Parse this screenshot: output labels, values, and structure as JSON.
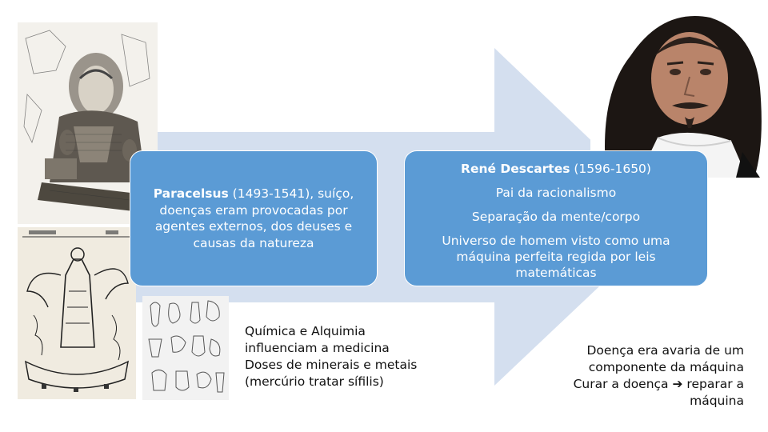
{
  "slide": {
    "left_box": {
      "name": "Paracelsus",
      "lines": [
        " (1493-1541), suíço,",
        "doenças eram provocadas por",
        "agentes externos, dos deuses e",
        "causas da natureza"
      ]
    },
    "right_box": {
      "name": "René Descartes",
      "dates": " (1596-1650)",
      "line2": "Pai da racionalismo",
      "line3": "Separação da mente/corpo",
      "line4": [
        "Universo de homem visto como uma",
        "máquina perfeita regida por leis",
        "matemáticas"
      ]
    },
    "left_note": [
      "Química e Alquimia",
      "influenciam a medicina",
      "Doses de minerais e metais",
      "(mercúrio tratar sífilis)"
    ],
    "right_note": {
      "line1": "Doença era avaria de um",
      "line2": "componente da máquina",
      "line3_a": "Curar a doença ",
      "arrow": "➔",
      "line3_b": " reparar a",
      "line4": "máquina"
    },
    "colors": {
      "arrow": "#d4dfef",
      "box": "#5b9bd5",
      "box_text": "#ffffff"
    },
    "images": [
      "paracelsus-engraving",
      "alchemy-woodcut",
      "alchemical-apparatus-sketch",
      "descartes-portrait"
    ]
  }
}
